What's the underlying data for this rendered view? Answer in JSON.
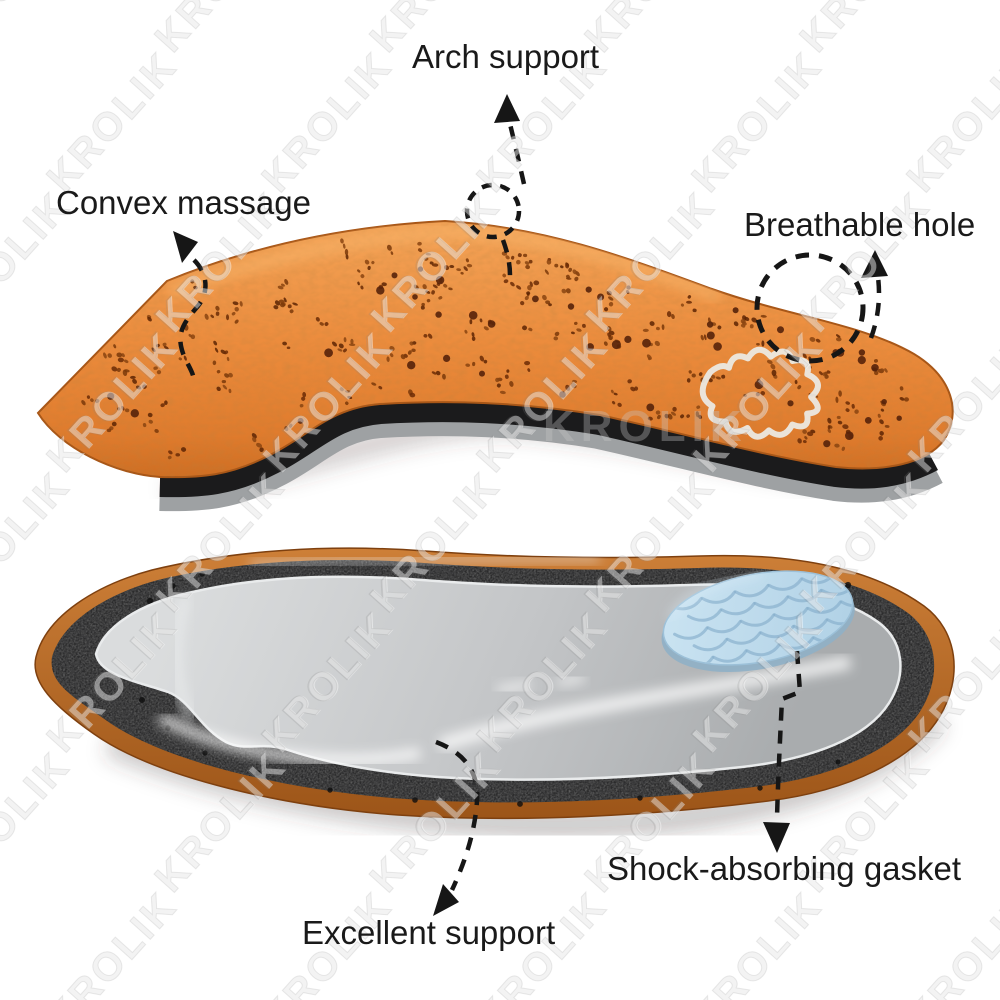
{
  "meta": {
    "description": "Annotated product photo of orthopedic leather insoles (top view and underside view)",
    "background_color": "#ffffff"
  },
  "watermark": {
    "text": "KROLIK"
  },
  "labels": {
    "arch_support": "Arch support",
    "convex_massage": "Convex massage",
    "breathable_hole": "Breathable hole",
    "excellent_support": "Excellent support",
    "shock_absorbing_gasket": "Shock-absorbing gasket"
  },
  "product": {
    "top_insole": {
      "view": "perforated orange leather top surface",
      "surface_color": "#ED8C3C",
      "hole_color": "#6B2C06",
      "logo": "silver leather-hide emblem"
    },
    "bottom_insole": {
      "view": "underside with foam border and gel heel pad",
      "base_color": "#C6C8CA",
      "foam_color": "#2B2B2C",
      "leather_rim_color": "#C07233",
      "gel_pad_color": "#BFDCEE"
    }
  },
  "colors": {
    "annotation_line": "#161616",
    "label_text": "#1a1a1a"
  }
}
